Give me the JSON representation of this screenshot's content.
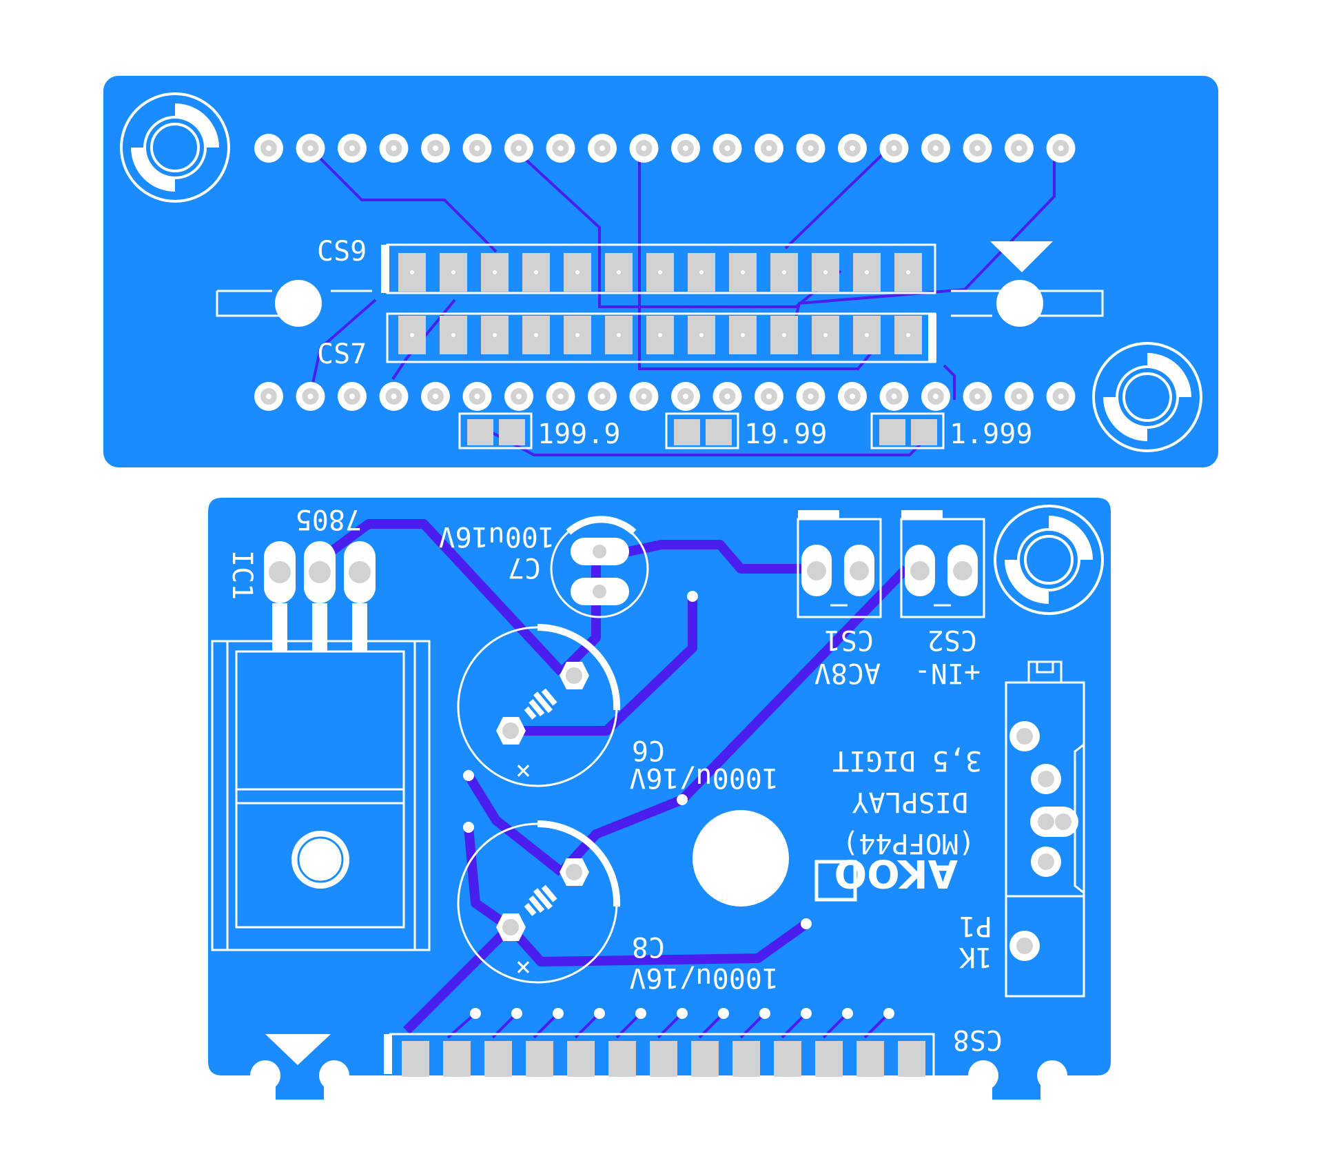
{
  "colors": {
    "board": "#1a8cff",
    "trace": "#4b1ef0",
    "silk": "#ffffff",
    "pad": "#d2d2d2",
    "background": "#ffffff"
  },
  "top_board": {
    "cs9_label": "CS9",
    "cs7_label": "CS7",
    "range_labels": [
      "199.9",
      "19.99",
      "1.999"
    ],
    "pin_count_per_row": 20,
    "pad_count_per_row": 13
  },
  "bottom_board": {
    "ic1_label": "IC1",
    "ic1_value": "7805",
    "c7_label": "C7",
    "c7_value": "100u16V",
    "c6_label": "C6",
    "c6_value": "1000u/16V",
    "c8_label": "C8",
    "c8_value": "1000u/16V",
    "cs1_label": "CS1",
    "cs1_desc": "AC8V",
    "cs2_label": "CS2",
    "cs2_desc": "+IN-",
    "p1_label": "P1",
    "p1_value": "1K",
    "cs8_label": "CS8",
    "title_line1": "3,5 DIGIT",
    "title_line2": "DISPLAY",
    "title_line3": "(MOFP44)",
    "logo_text": "AKOO",
    "edge_pad_count": 13
  }
}
